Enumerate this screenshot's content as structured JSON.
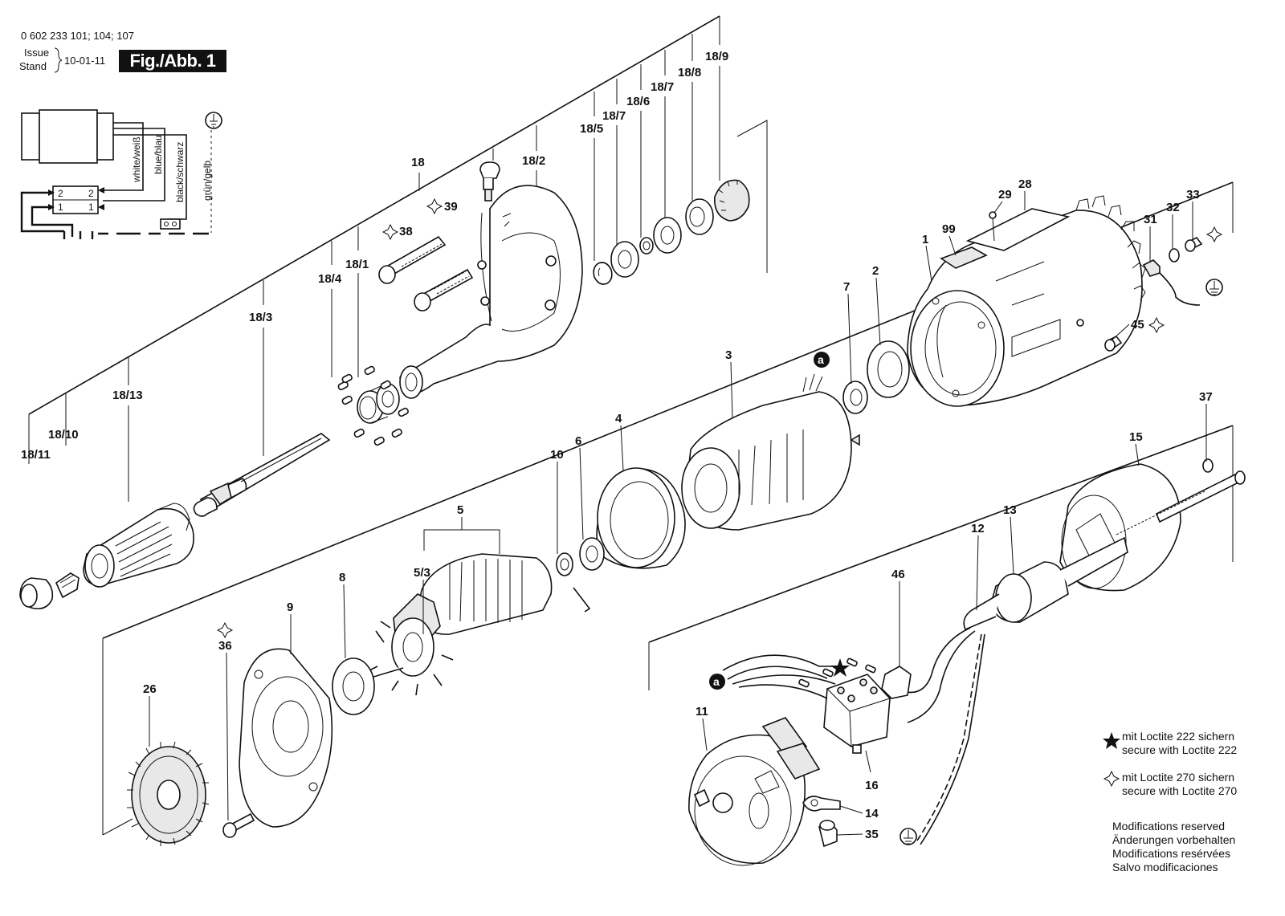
{
  "header": {
    "part_number": "0 602 233 101; 104; 107",
    "issue_label": "Issue",
    "stand_label": "Stand",
    "date": "10-01-11",
    "figure": "Fig./Abb. 1"
  },
  "wiring": {
    "wire_white": "white/weiß",
    "wire_blue": "blue/blau",
    "wire_black": "black/schwarz",
    "wire_green": "grün/gelb",
    "terminal_2a": "2",
    "terminal_2b": "2",
    "terminal_1a": "1",
    "terminal_1b": "1"
  },
  "labels": {
    "l18": "18",
    "l18_1": "18/1",
    "l18_2": "18/2",
    "l18_3": "18/3",
    "l18_4": "18/4",
    "l18_5": "18/5",
    "l18_6": "18/6",
    "l18_7a": "18/7",
    "l18_7b": "18/7",
    "l18_8": "18/8",
    "l18_9": "18/9",
    "l18_10": "18/10",
    "l18_11": "18/11",
    "l18_13": "18/13",
    "l38": "38",
    "l39": "39",
    "l1": "1",
    "l2": "2",
    "l3": "3",
    "l4": "4",
    "l5": "5",
    "l5_3": "5/3",
    "l6": "6",
    "l7": "7",
    "l8": "8",
    "l9": "9",
    "l10": "10",
    "l11": "11",
    "l12": "12",
    "l13": "13",
    "l14": "14",
    "l15": "15",
    "l16": "16",
    "l26": "26",
    "l28": "28",
    "l29": "29",
    "l31": "31",
    "l32": "32",
    "l33": "33",
    "l35": "35",
    "l36": "36",
    "l37": "37",
    "l45": "45",
    "l46": "46",
    "l99": "99",
    "la1": "a",
    "la2": "a"
  },
  "legend": {
    "loctite222_de": "mit Loctite 222 sichern",
    "loctite222_en": "secure with Loctite 222",
    "loctite270_de": "mit Loctite 270 sichern",
    "loctite270_en": "secure with Loctite 270",
    "mod_en": "Modifications reserved",
    "mod_de": "Änderungen vorbehalten",
    "mod_fr": "Modifications resérvées",
    "mod_es": "Salvo modificaciones"
  }
}
